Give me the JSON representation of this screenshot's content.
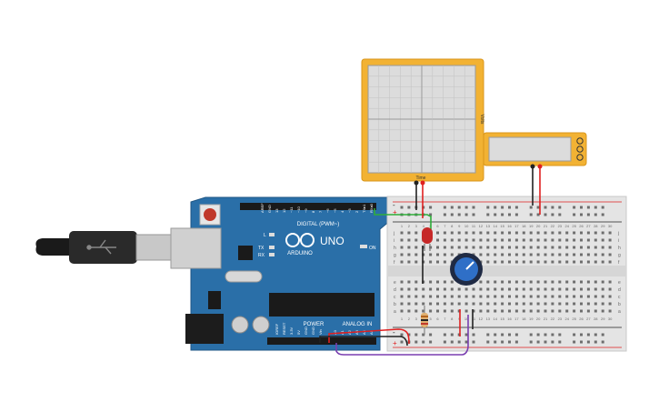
{
  "oscilloscope": {
    "time_label": "Time",
    "volts_label": "Volts"
  },
  "arduino": {
    "brand": "ARDUINO",
    "model": "UNO",
    "digital_label": "DIGITAL (PWM~)",
    "power_label": "POWER",
    "analog_label": "ANALOG IN",
    "on_label": "ON",
    "l_label": "L",
    "tx_label": "TX",
    "rx_label": "RX",
    "digital_pins": [
      "AREF",
      "GND",
      "13",
      "12",
      "~11",
      "~10",
      "~9",
      "8",
      "7",
      "~6",
      "~5",
      "4",
      "~3",
      "2",
      "TX▸1",
      "RX◂0"
    ],
    "power_pins": [
      "IOREF",
      "RESET",
      "3.3V",
      "5V",
      "GND",
      "GND",
      "Vin"
    ],
    "analog_pins": [
      "A0",
      "A1",
      "A2",
      "A3",
      "A4",
      "A5"
    ]
  },
  "breadboard": {
    "columns": [
      "1",
      "2",
      "3",
      "4",
      "5",
      "6",
      "7",
      "8",
      "9",
      "10",
      "11",
      "12",
      "13",
      "14",
      "15",
      "16",
      "17",
      "18",
      "19",
      "20",
      "21",
      "22",
      "23",
      "24",
      "25",
      "26",
      "27",
      "28",
      "29",
      "30"
    ],
    "rows_top": [
      "j",
      "i",
      "h",
      "g",
      "f"
    ],
    "rows_bottom": [
      "e",
      "d",
      "c",
      "b",
      "a"
    ],
    "rail_plus": "+",
    "rail_minus": "-"
  },
  "colors": {
    "board_blue": "#2a6fa8",
    "scope_yellow": "#f2b233",
    "wire_red": "#e02020",
    "wire_green": "#2fae3a",
    "wire_purple": "#7a3fb0",
    "wire_black": "#222222"
  }
}
